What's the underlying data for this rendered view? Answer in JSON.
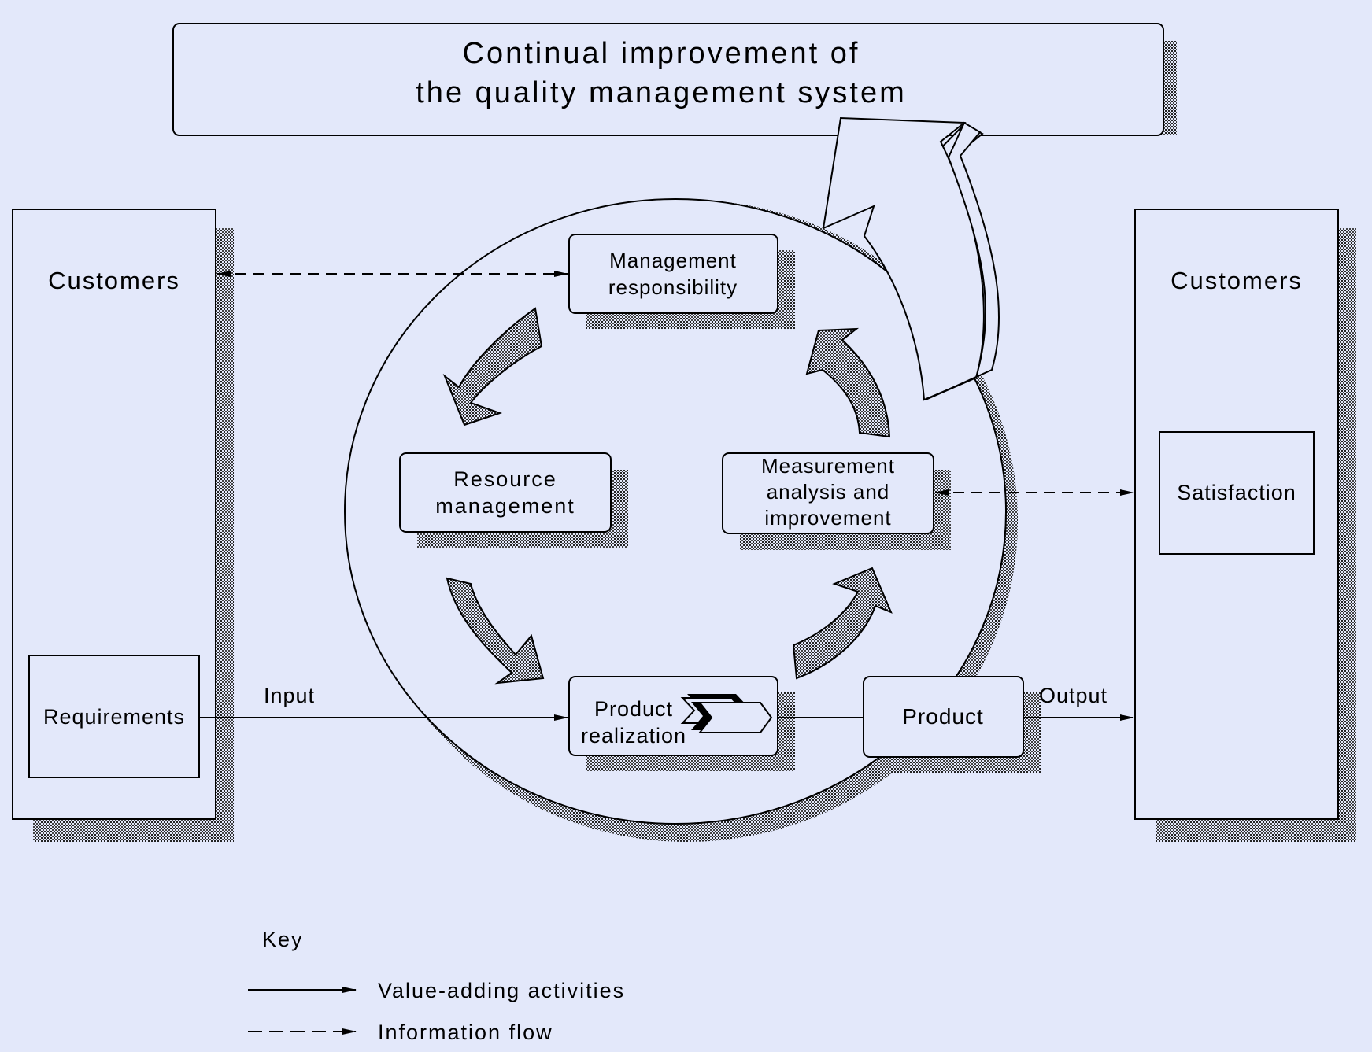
{
  "title": {
    "line1": "Continual improvement of",
    "line2": "the quality management system"
  },
  "left_panel": {
    "heading": "Customers",
    "box_label": "Requirements"
  },
  "right_panel": {
    "heading": "Customers",
    "box_label": "Satisfaction"
  },
  "processes": {
    "management": [
      "Management",
      "responsibility"
    ],
    "resource": [
      "Resource",
      "management"
    ],
    "measurement": [
      "Measurement",
      "analysis and",
      "improvement"
    ],
    "realization": [
      "Product",
      "realization"
    ],
    "product": "Product"
  },
  "flow_labels": {
    "input": "Input",
    "output": "Output"
  },
  "key": {
    "heading": "Key",
    "value_adding": "Value-adding activities",
    "information_flow": "Information flow"
  },
  "colors": {
    "background": "#e3e8fa",
    "stroke": "#000000"
  }
}
